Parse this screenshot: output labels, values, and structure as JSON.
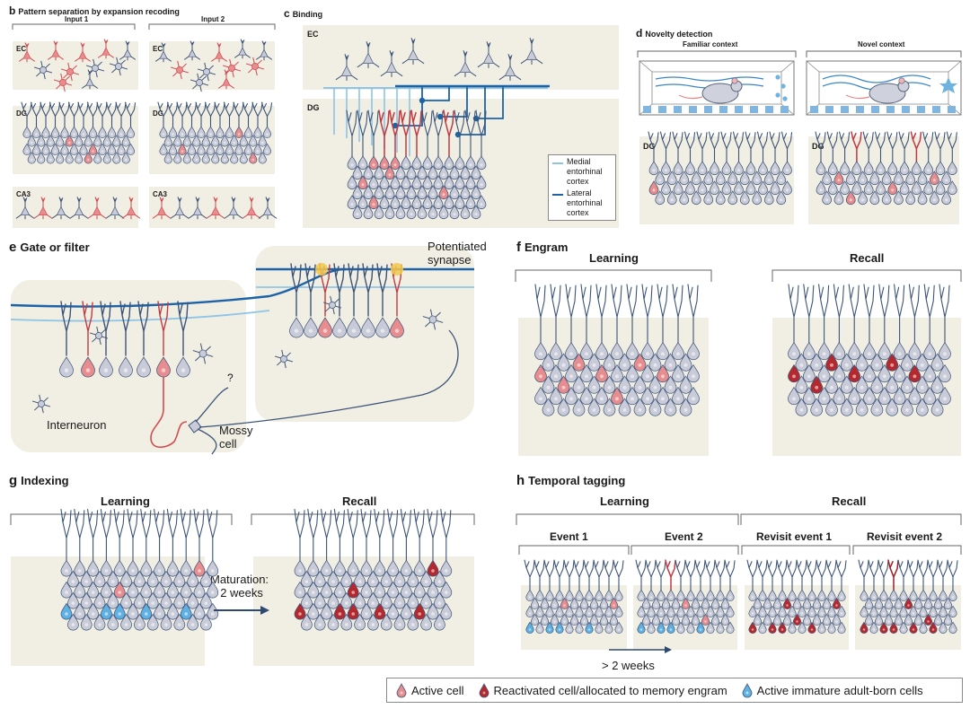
{
  "panels": {
    "b": {
      "letter": "b",
      "title": "Pattern separation by expansion recoding",
      "input1": "Input 1",
      "input2": "Input 2",
      "ec": "EC",
      "dg": "DG",
      "ca3": "CA3"
    },
    "c": {
      "letter": "c",
      "title": "Binding",
      "ec": "EC",
      "dg": "DG",
      "legend_medial": "Medial\nentorhinal\ncortex",
      "legend_lateral": "Lateral\nentorhinal\ncortex"
    },
    "d": {
      "letter": "d",
      "title": "Novelty detection",
      "familiar": "Familiar context",
      "novel": "Novel context",
      "dg": "DG"
    },
    "e": {
      "letter": "e",
      "title": "Gate or filter",
      "potentiated": "Potentiated\nsynapse",
      "interneuron": "Interneuron",
      "mossy": "Mossy\ncell",
      "question": "?"
    },
    "f": {
      "letter": "f",
      "title": "Engram",
      "learning": "Learning",
      "recall": "Recall"
    },
    "g": {
      "letter": "g",
      "title": "Indexing",
      "learning": "Learning",
      "recall": "Recall",
      "maturation": "Maturation:\n> 2 weeks"
    },
    "h": {
      "letter": "h",
      "title": "Temporal tagging",
      "learning": "Learning",
      "recall": "Recall",
      "event1": "Event 1",
      "event2": "Event 2",
      "revisit1": "Revisit event 1",
      "revisit2": "Revisit event 2",
      "weeks": "> 2 weeks"
    }
  },
  "legend": {
    "active": "Active cell",
    "reactivated": "Reactivated cell/allocated to memory engram",
    "immature": "Active immature adult-born cells"
  },
  "colors": {
    "grey_cell": "#c9ccd8",
    "cell_stroke": "#3d5478",
    "dendrite": "#3d5478",
    "active": "#e88d8f",
    "reactivated": "#b5282d",
    "immature": "#5fb0e3",
    "medial_line": "#8ec4e6",
    "lateral_line": "#1d63a8",
    "background": "#f1eee3",
    "synapse": "#f2c94c"
  }
}
